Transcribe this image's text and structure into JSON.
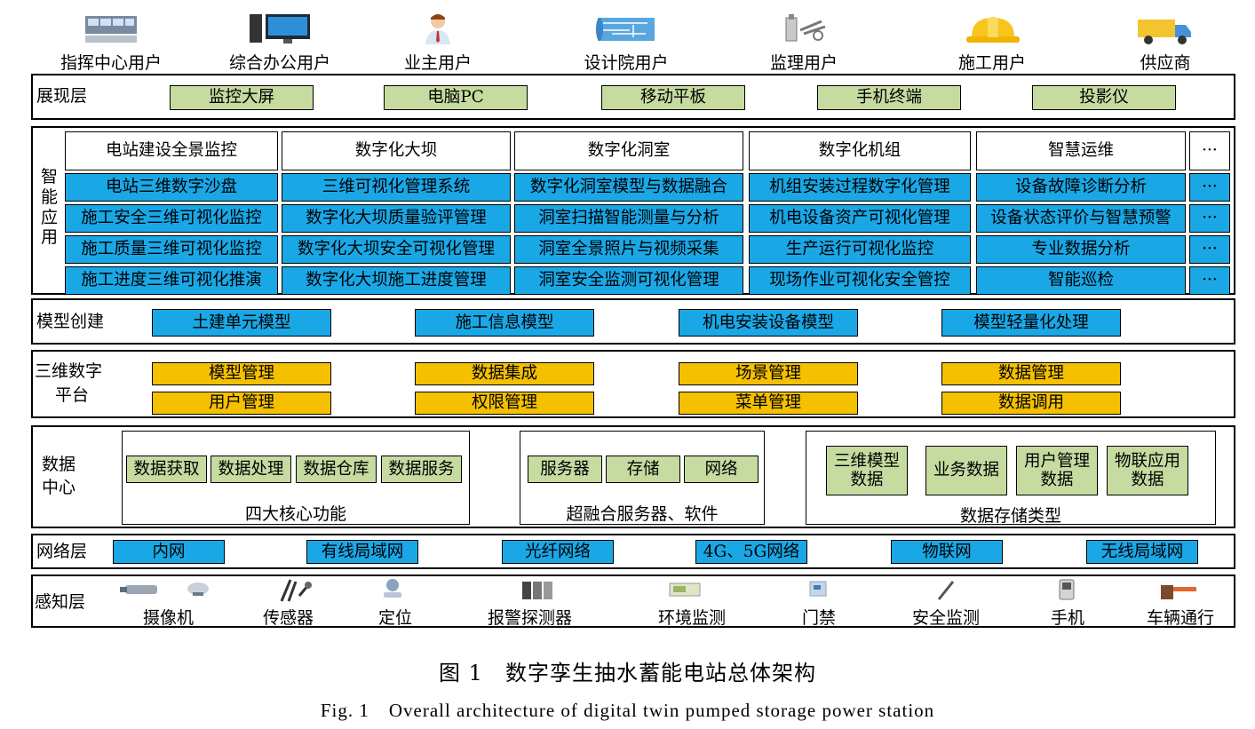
{
  "users": [
    {
      "label": "指挥中心用户",
      "icon": "control-room-icon"
    },
    {
      "label": "综合办公用户",
      "icon": "desktop-computer-icon"
    },
    {
      "label": "业主用户",
      "icon": "person-icon"
    },
    {
      "label": "设计院用户",
      "icon": "blueprint-icon"
    },
    {
      "label": "监理用户",
      "icon": "inspection-tools-icon"
    },
    {
      "label": "施工用户",
      "icon": "hard-hat-icon"
    },
    {
      "label": "供应商",
      "icon": "truck-icon"
    }
  ],
  "presentation": {
    "label": "展现层",
    "items": [
      "监控大屏",
      "电脑PC",
      "移动平板",
      "手机终端",
      "投影仪"
    ]
  },
  "smart_apps": {
    "label": "智能应用",
    "columns": [
      {
        "header": "电站建设全景监控",
        "items": [
          "电站三维数字沙盘",
          "施工安全三维可视化监控",
          "施工质量三维可视化监控",
          "施工进度三维可视化推演"
        ]
      },
      {
        "header": "数字化大坝",
        "items": [
          "三维可视化管理系统",
          "数字化大坝质量验评管理",
          "数字化大坝安全可视化管理",
          "数字化大坝施工进度管理"
        ]
      },
      {
        "header": "数字化洞室",
        "items": [
          "数字化洞室模型与数据融合",
          "洞室扫描智能测量与分析",
          "洞室全景照片与视频采集",
          "洞室安全监测可视化管理"
        ]
      },
      {
        "header": "数字化机组",
        "items": [
          "机组安装过程数字化管理",
          "机电设备资产可视化管理",
          "生产运行可视化监控",
          "现场作业可视化安全管控"
        ]
      },
      {
        "header": "智慧运维",
        "items": [
          "设备故障诊断分析",
          "设备状态评价与智慧预警",
          "专业数据分析",
          "智能巡检"
        ]
      },
      {
        "header": "···",
        "items": [
          "···",
          "···",
          "···",
          "···"
        ]
      }
    ]
  },
  "model": {
    "label": "模型创建",
    "items": [
      "土建单元模型",
      "施工信息模型",
      "机电安装设备模型",
      "模型轻量化处理"
    ]
  },
  "platform": {
    "label_line1": "三维数字",
    "label_line2": "平台",
    "row1": [
      "模型管理",
      "数据集成",
      "场景管理",
      "数据管理"
    ],
    "row2": [
      "用户管理",
      "权限管理",
      "菜单管理",
      "数据调用"
    ]
  },
  "datacenter": {
    "label_line1": "数据",
    "label_line2": "中心",
    "core": {
      "title": "四大核心功能",
      "items": [
        "数据获取",
        "数据处理",
        "数据仓库",
        "数据服务"
      ]
    },
    "server": {
      "title": "超融合服务器、软件",
      "items": [
        "服务器",
        "存储",
        "网络"
      ]
    },
    "storage": {
      "title": "数据存储类型",
      "items": [
        {
          "l1": "三维模型",
          "l2": "数据"
        },
        {
          "l1": "业务数据",
          "l2": ""
        },
        {
          "l1": "用户管理",
          "l2": "数据"
        },
        {
          "l1": "物联应用",
          "l2": "数据"
        }
      ]
    }
  },
  "network": {
    "label": "网络层",
    "items": [
      "内网",
      "有线局域网",
      "光纤网络",
      "4G、5G网络",
      "物联网",
      "无线局域网"
    ]
  },
  "perception": {
    "label": "感知层",
    "items": [
      {
        "label": "摄像机",
        "icon": "camera-icon"
      },
      {
        "label": "传感器",
        "icon": "sensor-icon"
      },
      {
        "label": "定位",
        "icon": "locator-icon"
      },
      {
        "label": "报警探测器",
        "icon": "alarm-detector-icon"
      },
      {
        "label": "环境监测",
        "icon": "environment-monitor-icon"
      },
      {
        "label": "门禁",
        "icon": "access-control-icon"
      },
      {
        "label": "安全监测",
        "icon": "safety-probe-icon"
      },
      {
        "label": "手机",
        "icon": "phone-icon"
      },
      {
        "label": "车辆通行",
        "icon": "vehicle-barrier-icon"
      }
    ]
  },
  "caption": {
    "zh": "图 1　数字孪生抽水蓄能电站总体架构",
    "en": "Fig. 1　Overall architecture of digital twin pumped storage power station"
  }
}
